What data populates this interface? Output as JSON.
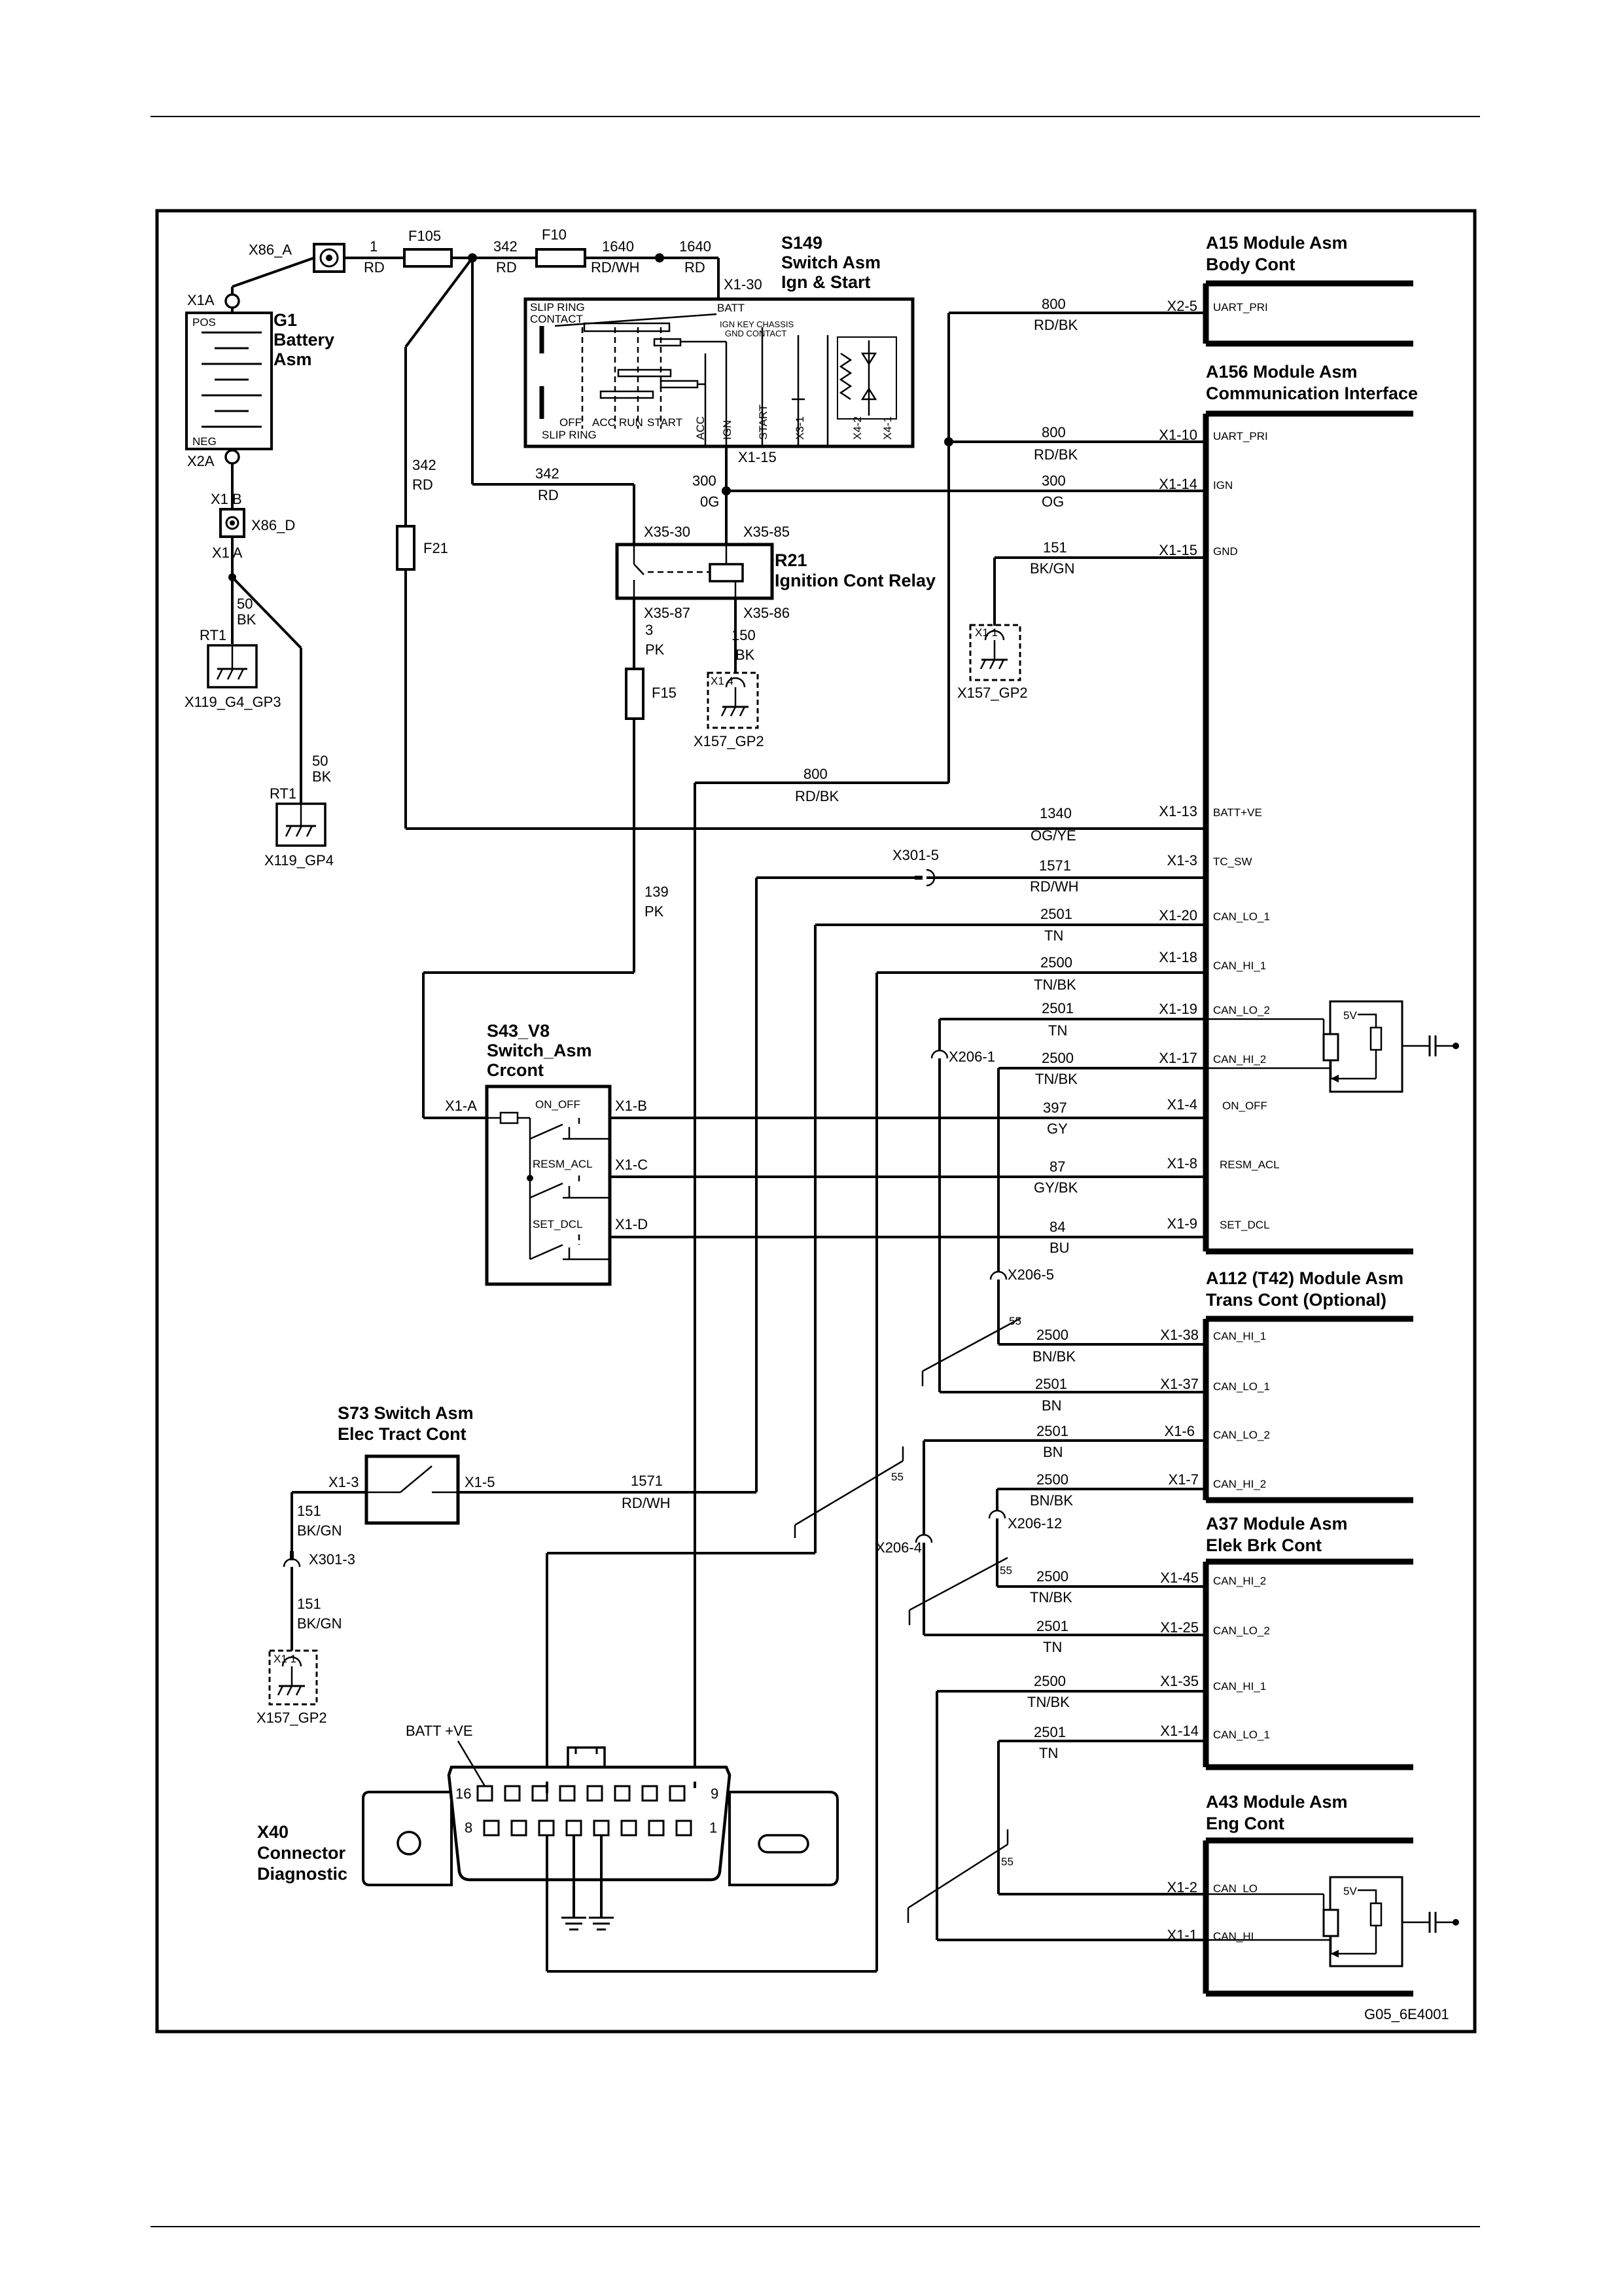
{
  "diagram_id": "G05_6E4001",
  "modules": {
    "a15": {
      "code": "A15 Module Asm",
      "name": "Body Cont",
      "pins": [
        {
          "pin": "X2-5",
          "label": "UART_PRI"
        }
      ]
    },
    "a156": {
      "code": "A156 Module Asm",
      "name": "Communication Interface",
      "pins": [
        {
          "pin": "X1-10",
          "label": "UART_PRI"
        },
        {
          "pin": "X1-14",
          "label": "IGN"
        },
        {
          "pin": "X1-15",
          "label": "GND"
        },
        {
          "pin": "X1-13",
          "label": "BATT+VE"
        },
        {
          "pin": "X1-3",
          "label": "TC_SW"
        },
        {
          "pin": "X1-20",
          "label": "CAN_LO_1"
        },
        {
          "pin": "X1-18",
          "label": "CAN_HI_1"
        },
        {
          "pin": "X1-19",
          "label": "CAN_LO_2"
        },
        {
          "pin": "X1-17",
          "label": "CAN_HI_2"
        },
        {
          "pin": "X1-4",
          "label": "ON_OFF"
        },
        {
          "pin": "X1-8",
          "label": "RESM_ACL"
        },
        {
          "pin": "X1-9",
          "label": "SET_DCL"
        }
      ]
    },
    "a112": {
      "code": "A112 (T42) Module Asm",
      "name": "Trans Cont (Optional)",
      "pins": [
        {
          "pin": "X1-38",
          "label": "CAN_HI_1"
        },
        {
          "pin": "X1-37",
          "label": "CAN_LO_1"
        },
        {
          "pin": "X1-6",
          "label": "CAN_LO_2"
        },
        {
          "pin": "X1-7",
          "label": "CAN_HI_2"
        }
      ]
    },
    "a37": {
      "code": "A37 Module Asm",
      "name": "Elek Brk Cont",
      "pins": [
        {
          "pin": "X1-45",
          "label": "CAN_HI_2"
        },
        {
          "pin": "X1-25",
          "label": "CAN_LO_2"
        },
        {
          "pin": "X1-35",
          "label": "CAN_HI_1"
        },
        {
          "pin": "X1-14",
          "label": "CAN_LO_1"
        }
      ]
    },
    "a43": {
      "code": "A43 Module Asm",
      "name": "Eng Cont",
      "pins": [
        {
          "pin": "X1-2",
          "label": "CAN_LO"
        },
        {
          "pin": "X1-1",
          "label": "CAN_HI"
        }
      ]
    }
  },
  "wires": [
    {
      "num": "800",
      "color": "RD/BK"
    },
    {
      "num": "800",
      "color": "RD/BK"
    },
    {
      "num": "300",
      "color": "OG"
    },
    {
      "num": "151",
      "color": "BK/GN"
    },
    {
      "num": "800",
      "color": "RD/BK"
    },
    {
      "num": "1340",
      "color": "OG/YE"
    },
    {
      "num": "1571",
      "color": "RD/WH"
    },
    {
      "num": "2501",
      "color": "TN"
    },
    {
      "num": "2500",
      "color": "TN/BK"
    },
    {
      "num": "2501",
      "color": "TN"
    },
    {
      "num": "2500",
      "color": "TN/BK"
    },
    {
      "num": "397",
      "color": "GY"
    },
    {
      "num": "87",
      "color": "GY/BK"
    },
    {
      "num": "84",
      "color": "BU"
    },
    {
      "num": "2500",
      "color": "BN/BK"
    },
    {
      "num": "2501",
      "color": "BN"
    },
    {
      "num": "2501",
      "color": "BN"
    },
    {
      "num": "2500",
      "color": "BN/BK"
    },
    {
      "num": "2500",
      "color": "TN/BK"
    },
    {
      "num": "2501",
      "color": "TN"
    },
    {
      "num": "2500",
      "color": "TN/BK"
    },
    {
      "num": "2501",
      "color": "TN"
    },
    {
      "num": "1571",
      "color": "RD/WH"
    },
    {
      "num": "1",
      "color": "RD"
    },
    {
      "num": "342",
      "color": "RD"
    },
    {
      "num": "1640",
      "color": "RD/WH"
    },
    {
      "num": "1640",
      "color": "RD"
    },
    {
      "num": "342",
      "color": "RD"
    },
    {
      "num": "342",
      "color": "RD"
    },
    {
      "num": "300",
      "color": "0G"
    },
    {
      "num": "3",
      "color": "PK"
    },
    {
      "num": "150",
      "color": "BK"
    },
    {
      "num": "139",
      "color": "PK"
    },
    {
      "num": "50",
      "color": "BK"
    },
    {
      "num": "50",
      "color": "BK"
    },
    {
      "num": "151",
      "color": "BK/GN"
    },
    {
      "num": "151",
      "color": "BK/GN"
    }
  ],
  "components": {
    "battery": {
      "code": "G1",
      "line1": "Battery",
      "line2": "Asm",
      "pos": "POS",
      "neg": "NEG",
      "top": "X1A",
      "bottom": "X2A"
    },
    "x86a": "X86_A",
    "x86d": "X86_D",
    "x1b": "X1 B",
    "x1a": "X1 A",
    "fuses": [
      "F105",
      "F10",
      "F21",
      "F15"
    ],
    "s149": {
      "code": "S149",
      "line1": "Switch Asm",
      "line2": "Ign & Start",
      "x130": "X1-30",
      "x115": "X1-15",
      "labels": [
        "SLIP RING",
        "CONTACT",
        "BATT",
        "IGN KEY CHASSIS",
        "GND CONTACT",
        "OFF",
        "ACC",
        "RUN",
        "START",
        "SLIP RING",
        "ACC",
        "IGN",
        "START",
        "X3-1",
        "X4-2",
        "X4-1"
      ]
    },
    "r21": {
      "code": "R21",
      "name": "Ignition Cont Relay",
      "pins": [
        "X35-30",
        "X35-85",
        "X35-87",
        "X35-86"
      ]
    },
    "s43": {
      "code": "S43_V8",
      "line1": "Switch_Asm",
      "line2": "Crcont",
      "pins": [
        "X1-A",
        "X1-B",
        "X1-C",
        "X1-D"
      ],
      "contacts": [
        "ON_OFF",
        "RESM_ACL",
        "SET_DCL"
      ]
    },
    "s73": {
      "code": "S73 Switch Asm",
      "name": "Elec Tract Cont",
      "pins": [
        "X1-3",
        "X1-5"
      ]
    },
    "x40": {
      "code": "X40",
      "line1": "Connector",
      "line2": "Diagnostic",
      "batt": "BATT +VE",
      "pins": [
        "16",
        "9",
        "8",
        "1"
      ]
    },
    "grounds": [
      "RT1",
      "X119_G4_GP3",
      "RT1",
      "X119_GP4",
      "X1 1",
      "X157_GP2",
      "X1 4",
      "X157_GP2",
      "X1 1",
      "X157_GP2"
    ],
    "splices": [
      "X301-5",
      "X206-1",
      "X206-5",
      "X206-4",
      "X206-12",
      "X301-3"
    ],
    "twist": [
      "55",
      "55",
      "55",
      "55"
    ],
    "supply": [
      "5V",
      "5V"
    ]
  }
}
